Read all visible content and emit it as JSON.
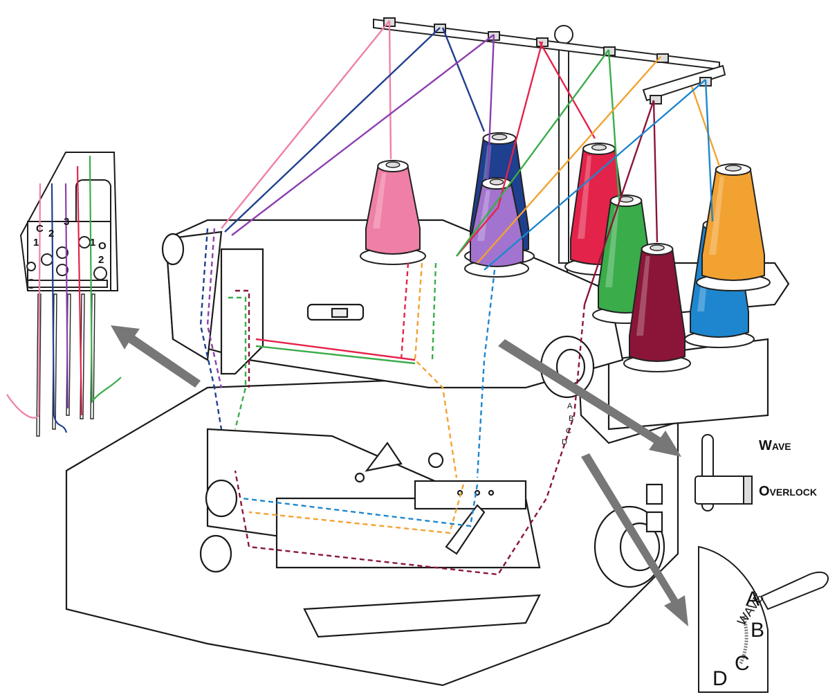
{
  "labels": {
    "wave": "Wave",
    "overlock": "Overlock",
    "dial": [
      "A",
      "B",
      "C",
      "D"
    ],
    "dial_arc": "WAVE",
    "needle_top": [
      "C",
      "3",
      "1",
      "2",
      "1",
      "O",
      "2"
    ],
    "selector": [
      "A",
      "B",
      "C",
      "D"
    ]
  },
  "threads": {
    "pink": "#ef7fa6",
    "navy": "#1f3f8f",
    "purple": "#8b3fb0",
    "red": "#e4234a",
    "green": "#3aac4a",
    "maroon": "#8a1538",
    "blue": "#1d86cf",
    "orange": "#f2a231",
    "lavender": "#a274cf"
  },
  "spool_order": [
    "pink",
    "navy",
    "lavender",
    "red",
    "green",
    "maroon",
    "blue",
    "orange"
  ]
}
